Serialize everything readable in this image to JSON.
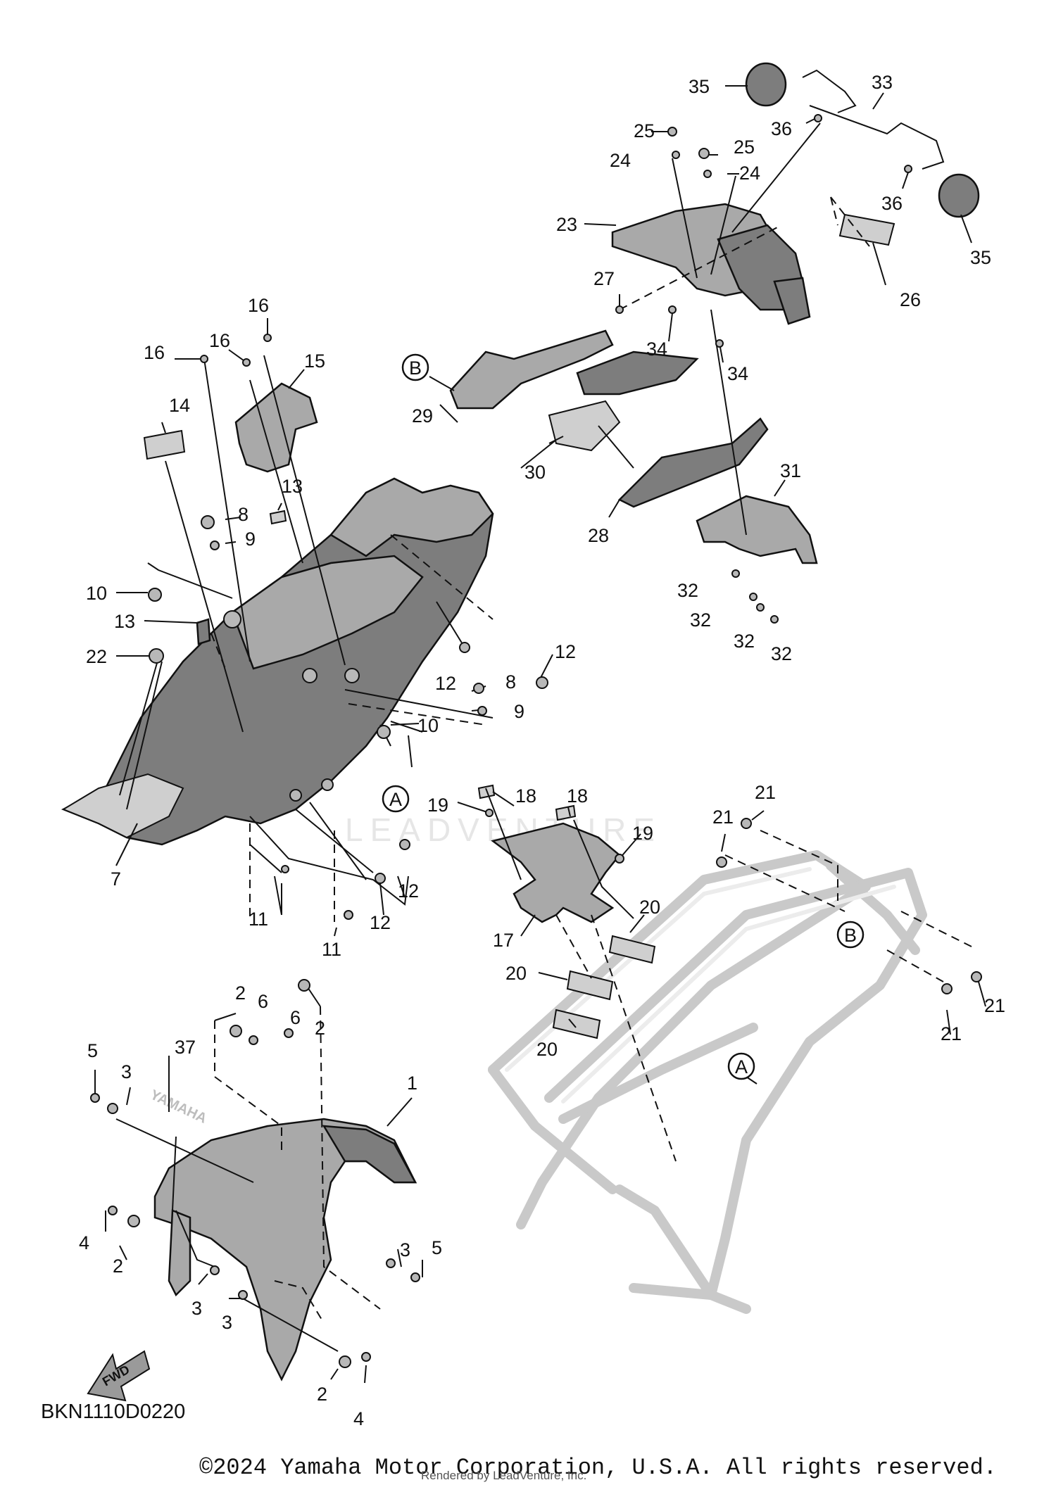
{
  "diagram": {
    "code": "BKN1110D0220",
    "watermark": "LEADVENTURE",
    "fwd_label": "FWD",
    "brand_mark": "YAMAHA",
    "reference_markers": [
      "A",
      "B"
    ],
    "callouts": [
      {
        "id": "c35a",
        "label": "35"
      },
      {
        "id": "c33",
        "label": "33"
      },
      {
        "id": "c36a",
        "label": "36"
      },
      {
        "id": "c25a",
        "label": "25"
      },
      {
        "id": "c25b",
        "label": "25"
      },
      {
        "id": "c24a",
        "label": "24"
      },
      {
        "id": "c24b",
        "label": "24"
      },
      {
        "id": "c36b",
        "label": "36"
      },
      {
        "id": "c35b",
        "label": "35"
      },
      {
        "id": "c23",
        "label": "23"
      },
      {
        "id": "c27",
        "label": "27"
      },
      {
        "id": "c26",
        "label": "26"
      },
      {
        "id": "c34a",
        "label": "34"
      },
      {
        "id": "c34b",
        "label": "34"
      },
      {
        "id": "c16a",
        "label": "16"
      },
      {
        "id": "c16b",
        "label": "16"
      },
      {
        "id": "c16c",
        "label": "16"
      },
      {
        "id": "c15",
        "label": "15"
      },
      {
        "id": "c14",
        "label": "14"
      },
      {
        "id": "c29",
        "label": "29"
      },
      {
        "id": "c30",
        "label": "30"
      },
      {
        "id": "c28",
        "label": "28"
      },
      {
        "id": "c31",
        "label": "31"
      },
      {
        "id": "c13a",
        "label": "13"
      },
      {
        "id": "c8a",
        "label": "8"
      },
      {
        "id": "c9a",
        "label": "9"
      },
      {
        "id": "c10a",
        "label": "10"
      },
      {
        "id": "c13b",
        "label": "13"
      },
      {
        "id": "c22",
        "label": "22"
      },
      {
        "id": "c32a",
        "label": "32"
      },
      {
        "id": "c32b",
        "label": "32"
      },
      {
        "id": "c32c",
        "label": "32"
      },
      {
        "id": "c32d",
        "label": "32"
      },
      {
        "id": "c12a",
        "label": "12"
      },
      {
        "id": "c12b",
        "label": "12"
      },
      {
        "id": "c8b",
        "label": "8"
      },
      {
        "id": "c9b",
        "label": "9"
      },
      {
        "id": "c10b",
        "label": "10"
      },
      {
        "id": "c18a",
        "label": "18"
      },
      {
        "id": "c18b",
        "label": "18"
      },
      {
        "id": "c19a",
        "label": "19"
      },
      {
        "id": "c19b",
        "label": "19"
      },
      {
        "id": "c7",
        "label": "7"
      },
      {
        "id": "c11a",
        "label": "11"
      },
      {
        "id": "c12c",
        "label": "12"
      },
      {
        "id": "c12d",
        "label": "12"
      },
      {
        "id": "c11b",
        "label": "11"
      },
      {
        "id": "c21a",
        "label": "21"
      },
      {
        "id": "c21b",
        "label": "21"
      },
      {
        "id": "c21c",
        "label": "21"
      },
      {
        "id": "c21d",
        "label": "21"
      },
      {
        "id": "c17",
        "label": "17"
      },
      {
        "id": "c20a",
        "label": "20"
      },
      {
        "id": "c20b",
        "label": "20"
      },
      {
        "id": "c20c",
        "label": "20"
      },
      {
        "id": "c2a",
        "label": "2"
      },
      {
        "id": "c6a",
        "label": "6"
      },
      {
        "id": "c6b",
        "label": "6"
      },
      {
        "id": "c2b",
        "label": "2"
      },
      {
        "id": "c5a",
        "label": "5"
      },
      {
        "id": "c37",
        "label": "37"
      },
      {
        "id": "c3a",
        "label": "3"
      },
      {
        "id": "c1",
        "label": "1"
      },
      {
        "id": "c4a",
        "label": "4"
      },
      {
        "id": "c2c",
        "label": "2"
      },
      {
        "id": "c3b",
        "label": "3"
      },
      {
        "id": "c3c",
        "label": "3"
      },
      {
        "id": "c3d",
        "label": "3"
      },
      {
        "id": "c5b",
        "label": "5"
      },
      {
        "id": "c2d",
        "label": "2"
      },
      {
        "id": "c4b",
        "label": "4"
      }
    ]
  },
  "footer": {
    "copyright": "©2024 Yamaha Motor Corporation, U.S.A. All rights reserved.",
    "rendered_by": "Rendered by LeadVenture, Inc."
  }
}
